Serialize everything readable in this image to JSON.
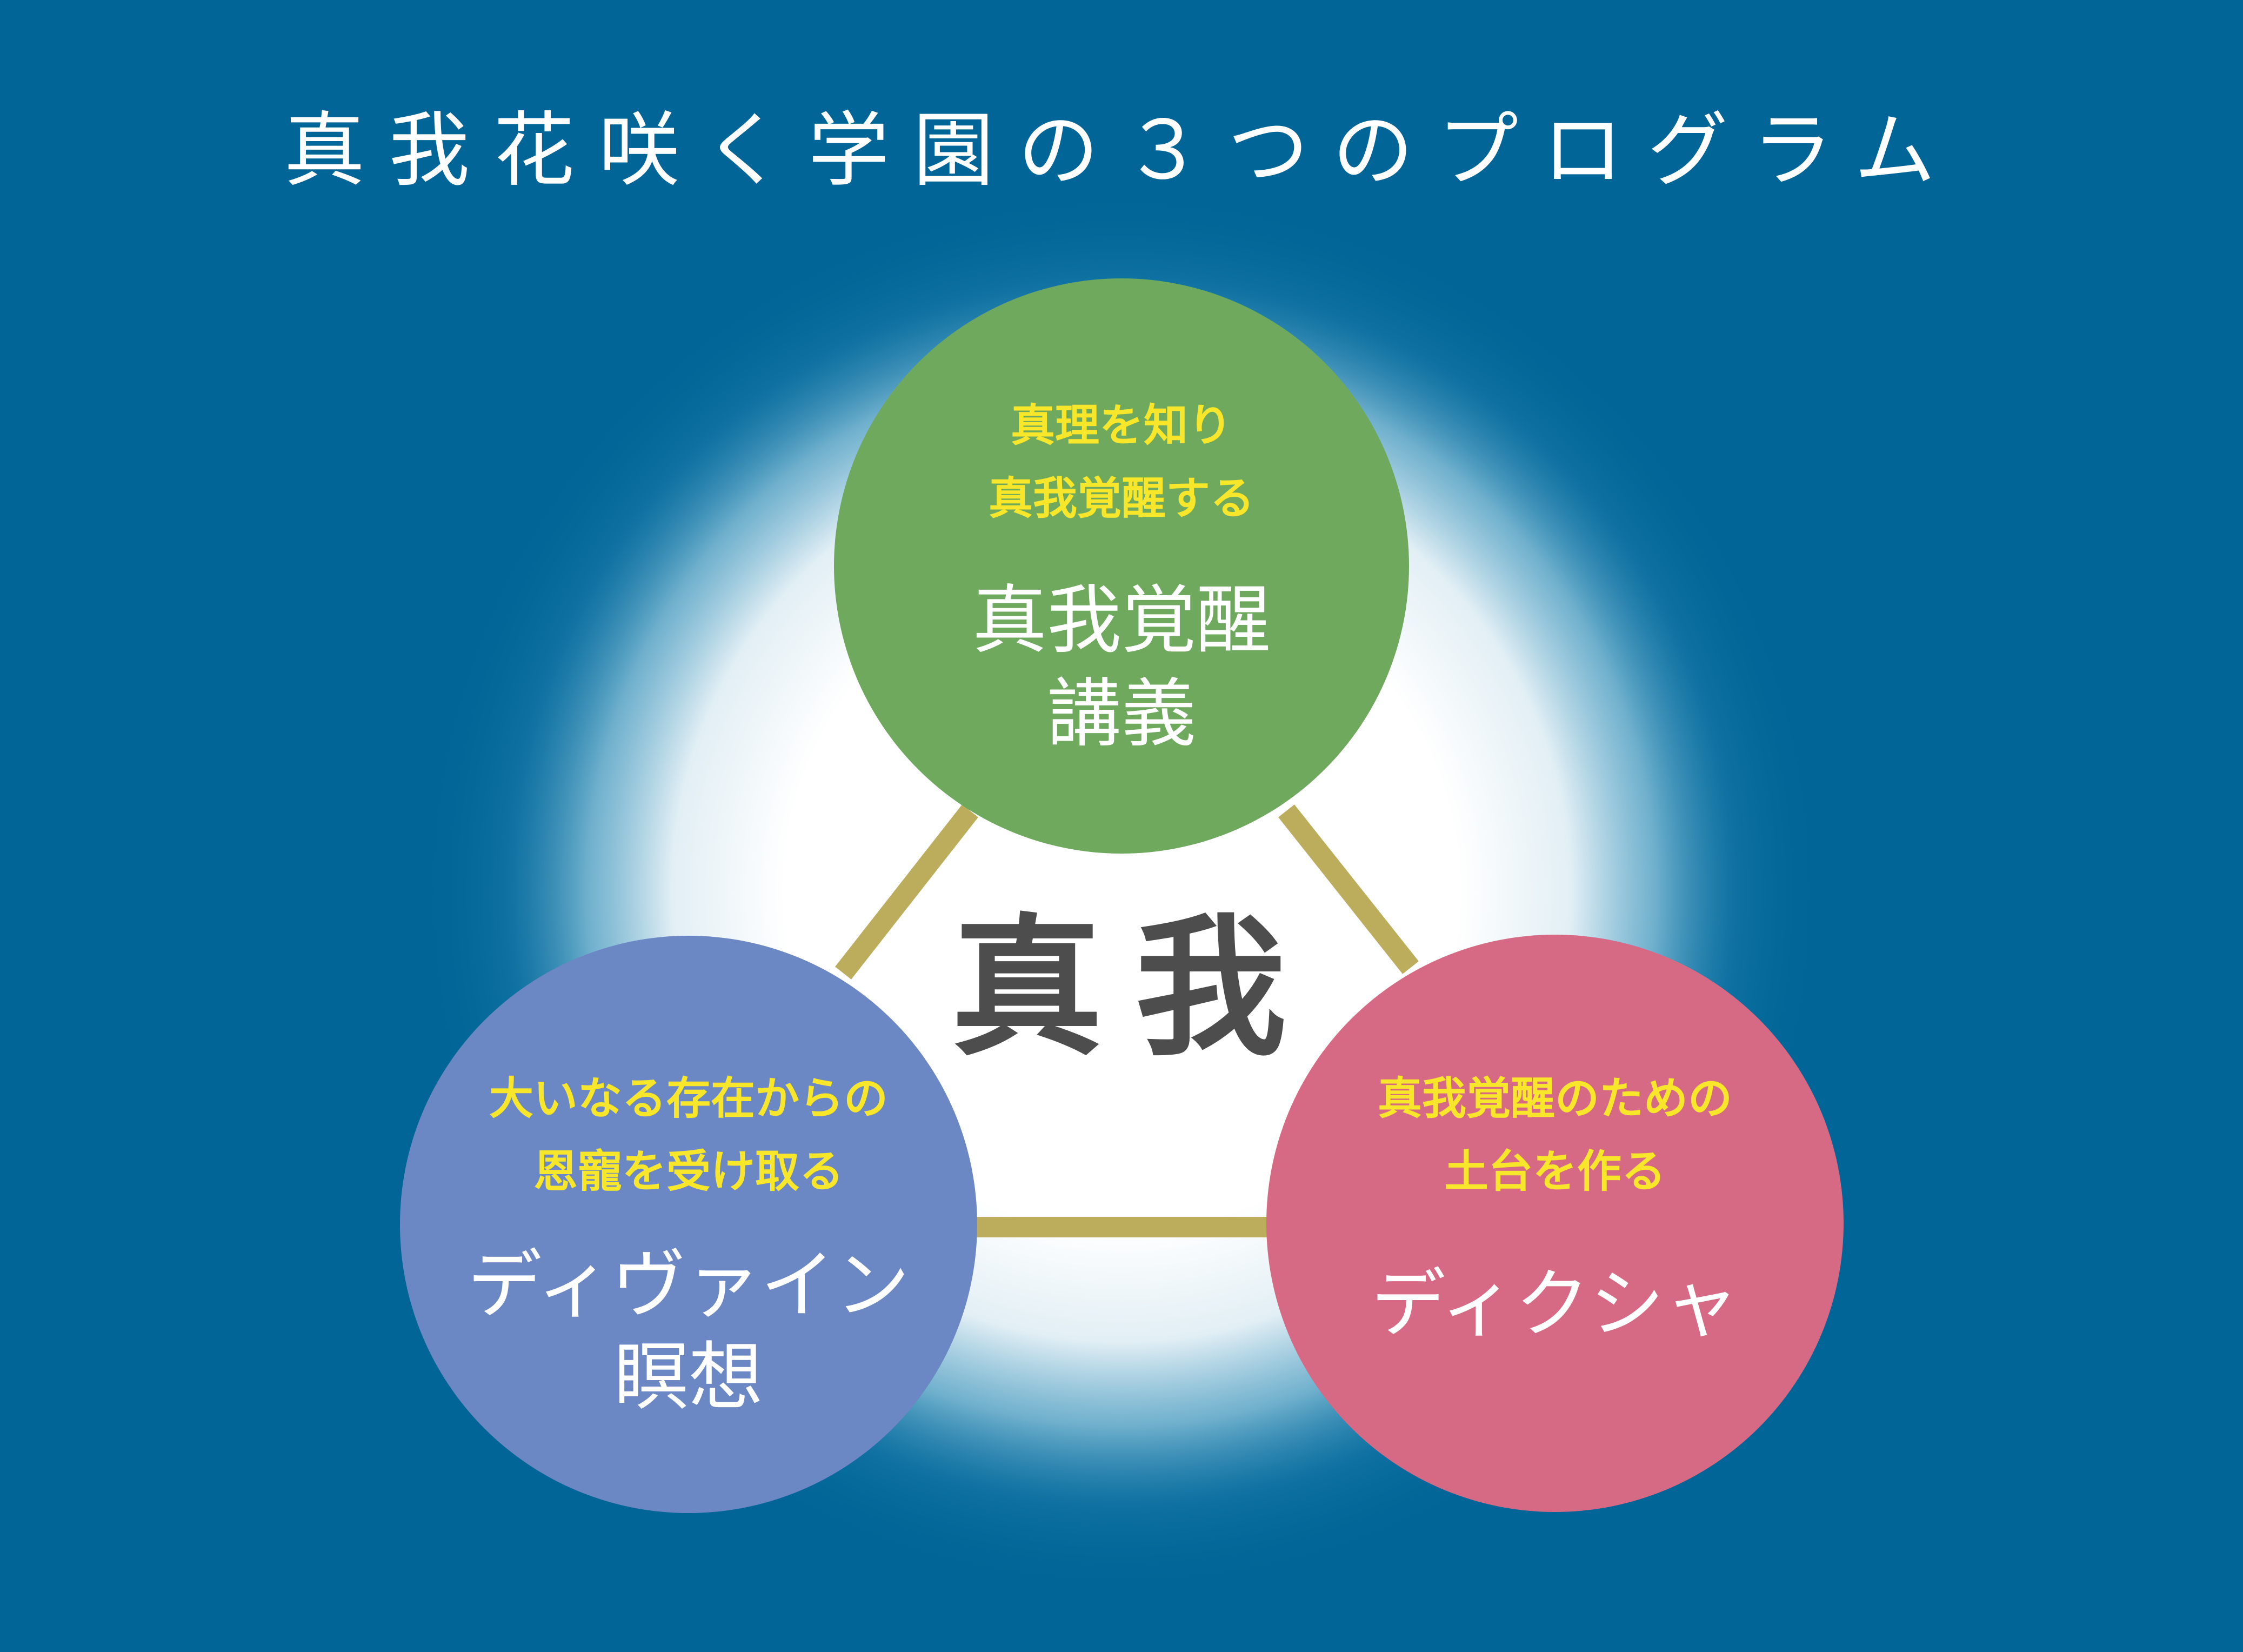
{
  "title": "真我花咲く学園の３つのプログラム",
  "center_label": "真我",
  "colors": {
    "background": "#016697",
    "glow": "#ffffff",
    "connector": "#bcad5c",
    "subtitle_text": "#f7e62a",
    "main_text": "#ffffff",
    "center_text": "#4d4d4d"
  },
  "programs": [
    {
      "id": "top",
      "subtitle": [
        "真理を知り",
        "真我覚醒する"
      ],
      "name": [
        "真我覚醒",
        "講義"
      ],
      "color": "#6ea95e"
    },
    {
      "id": "left",
      "subtitle": [
        "大いなる存在からの",
        "恩寵を受け取る"
      ],
      "name": [
        "ディヴァイン",
        "瞑想"
      ],
      "color": "#6c88c4"
    },
    {
      "id": "right",
      "subtitle": [
        "真我覚醒のための",
        "土台を作る"
      ],
      "name": [
        "ディクシャ"
      ],
      "color": "#d66a85"
    }
  ]
}
